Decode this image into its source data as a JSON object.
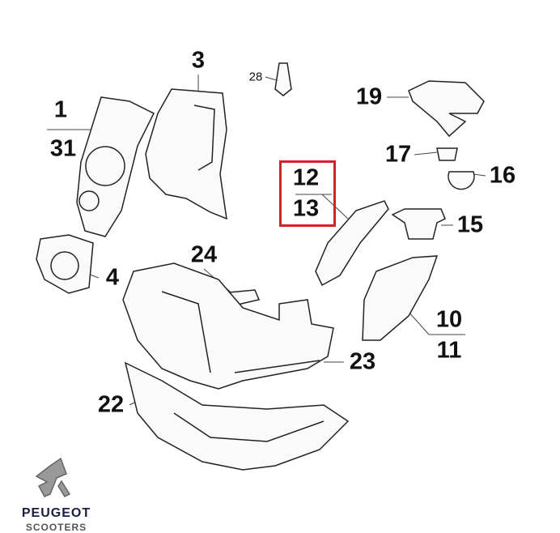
{
  "labels": {
    "p1": "1",
    "p31": "31",
    "p3": "3",
    "p28": "28",
    "p19": "19",
    "p17": "17",
    "p16": "16",
    "p12": "12",
    "p13": "13",
    "p15": "15",
    "p4": "4",
    "p24": "24",
    "p10": "10",
    "p11": "11",
    "p23": "23",
    "p22": "22"
  },
  "highlight_color": "#d4202a",
  "logo": {
    "brand": "PEUGEOT",
    "sub": "SCOOTERS"
  }
}
